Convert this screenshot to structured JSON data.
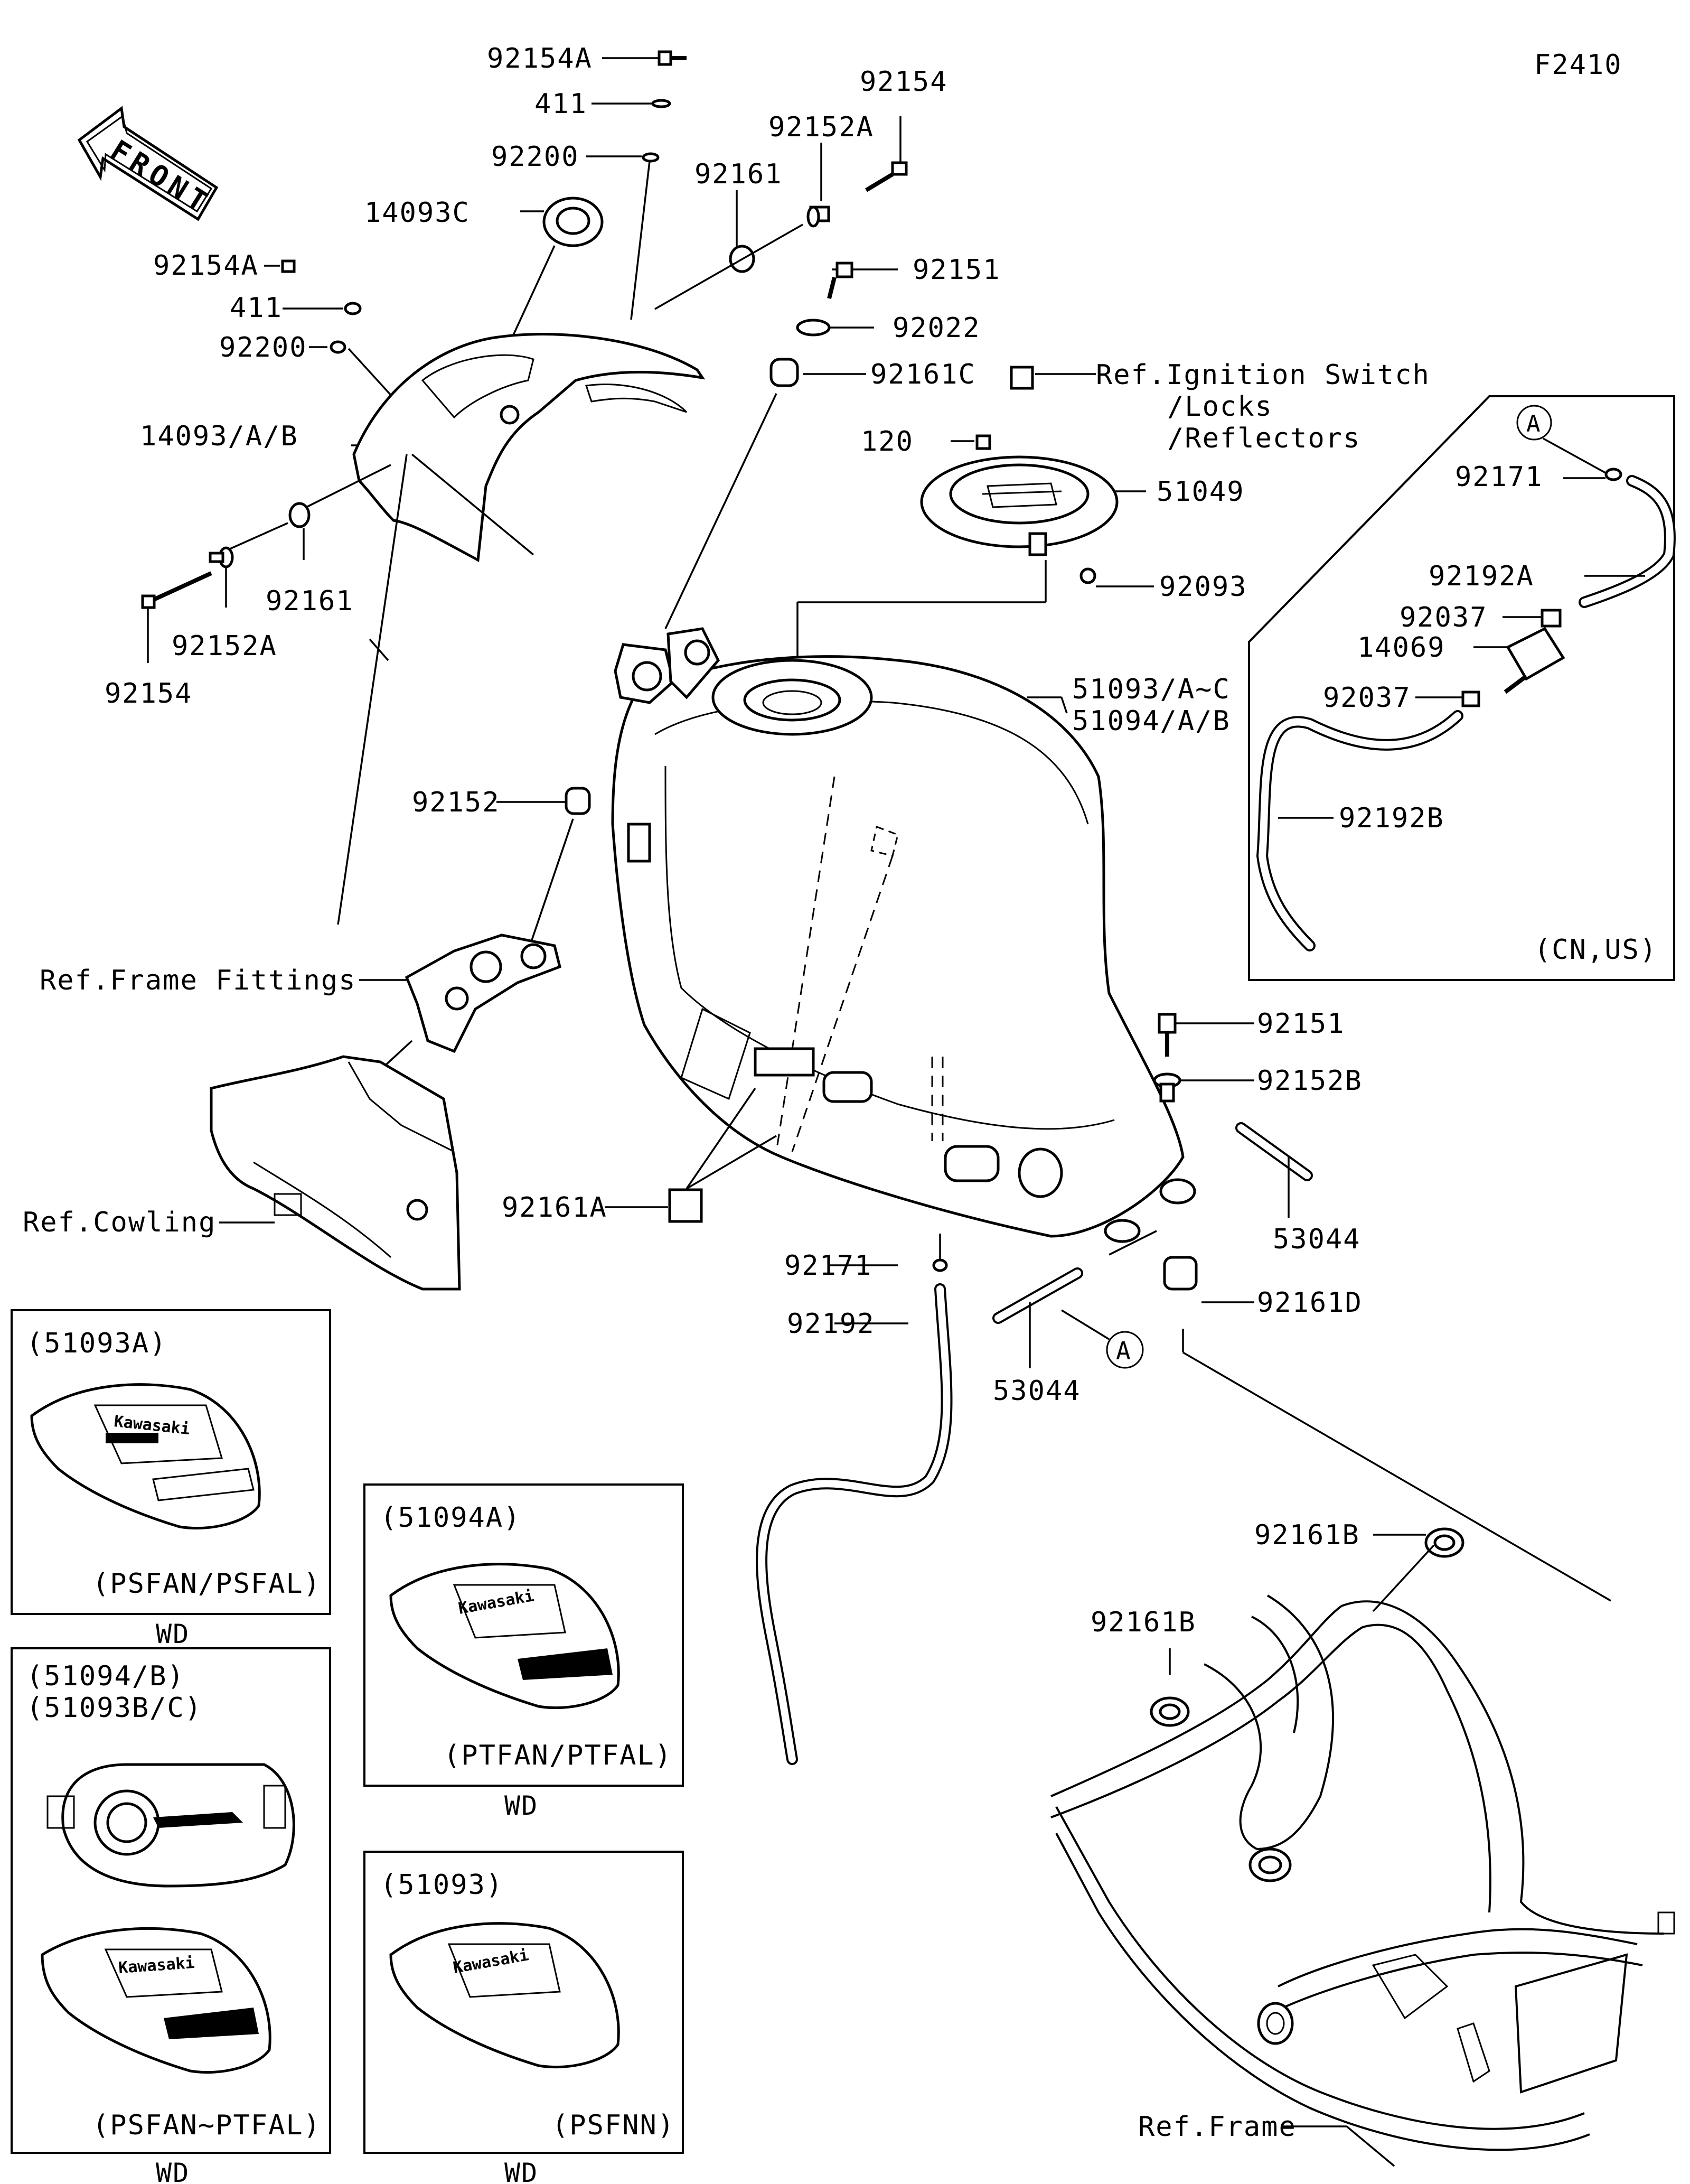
{
  "figure_code": "F2410",
  "front_label": "FRONT",
  "labels": {
    "l_92154A_top": "92154A",
    "l_411_top": "411",
    "l_92200_top": "92200",
    "l_14093C": "14093C",
    "l_92154_top": "92154",
    "l_92152A_top": "92152A",
    "l_92161_top": "92161",
    "l_92154A_mid": "92154A",
    "l_411_mid": "411",
    "l_92200_mid": "92200",
    "l_14093AB": "14093/A/B",
    "l_92151_top": "92151",
    "l_92022": "92022",
    "l_92161C": "92161C",
    "l_ref_ign1": "Ref.Ignition Switch",
    "l_ref_ign2": "/Locks",
    "l_ref_ign3": "/Reflectors",
    "l_120": "120",
    "l_51049": "51049",
    "l_92093": "92093",
    "l_92161_low": "92161",
    "l_92152A_low": "92152A",
    "l_92154_low": "92154",
    "l_51093": "51093/A~C",
    "l_51094": "51094/A/B",
    "l_92152": "92152",
    "l_ref_frame_fit": "Ref.Frame Fittings",
    "l_92151_low": "92151",
    "l_92152B": "92152B",
    "l_53044_r": "53044",
    "l_92161A": "92161A",
    "l_ref_cowling": "Ref.Cowling",
    "l_92171": "92171",
    "l_92192": "92192",
    "l_53044_c": "53044",
    "l_92161D": "92161D",
    "l_92161B_top": "92161B",
    "l_92161B_low": "92161B",
    "l_ref_frame": "Ref.Frame",
    "l_A_center": "A"
  },
  "inset_canister": {
    "marker": "A",
    "region": "(CN,US)",
    "labels": {
      "c_92171": "92171",
      "c_92192A": "92192A",
      "c_92037a": "92037",
      "c_14069": "14069",
      "c_92037b": "92037",
      "c_92192B": "92192B"
    }
  },
  "variants": [
    {
      "part": "(51093A)",
      "models": "(PSFAN/PSFAL)",
      "note": "WD"
    },
    {
      "part": "(51094/B)",
      "part2": "(51093B/C)",
      "models": "(PSFAN~PTFAL)",
      "note": "WD"
    },
    {
      "part": "(51094A)",
      "models": "(PTFAN/PTFAL)",
      "note": "WD"
    },
    {
      "part": "(51093)",
      "models": "(PSFNN)",
      "note": "WD"
    }
  ],
  "decal_text": "Kawasaki"
}
